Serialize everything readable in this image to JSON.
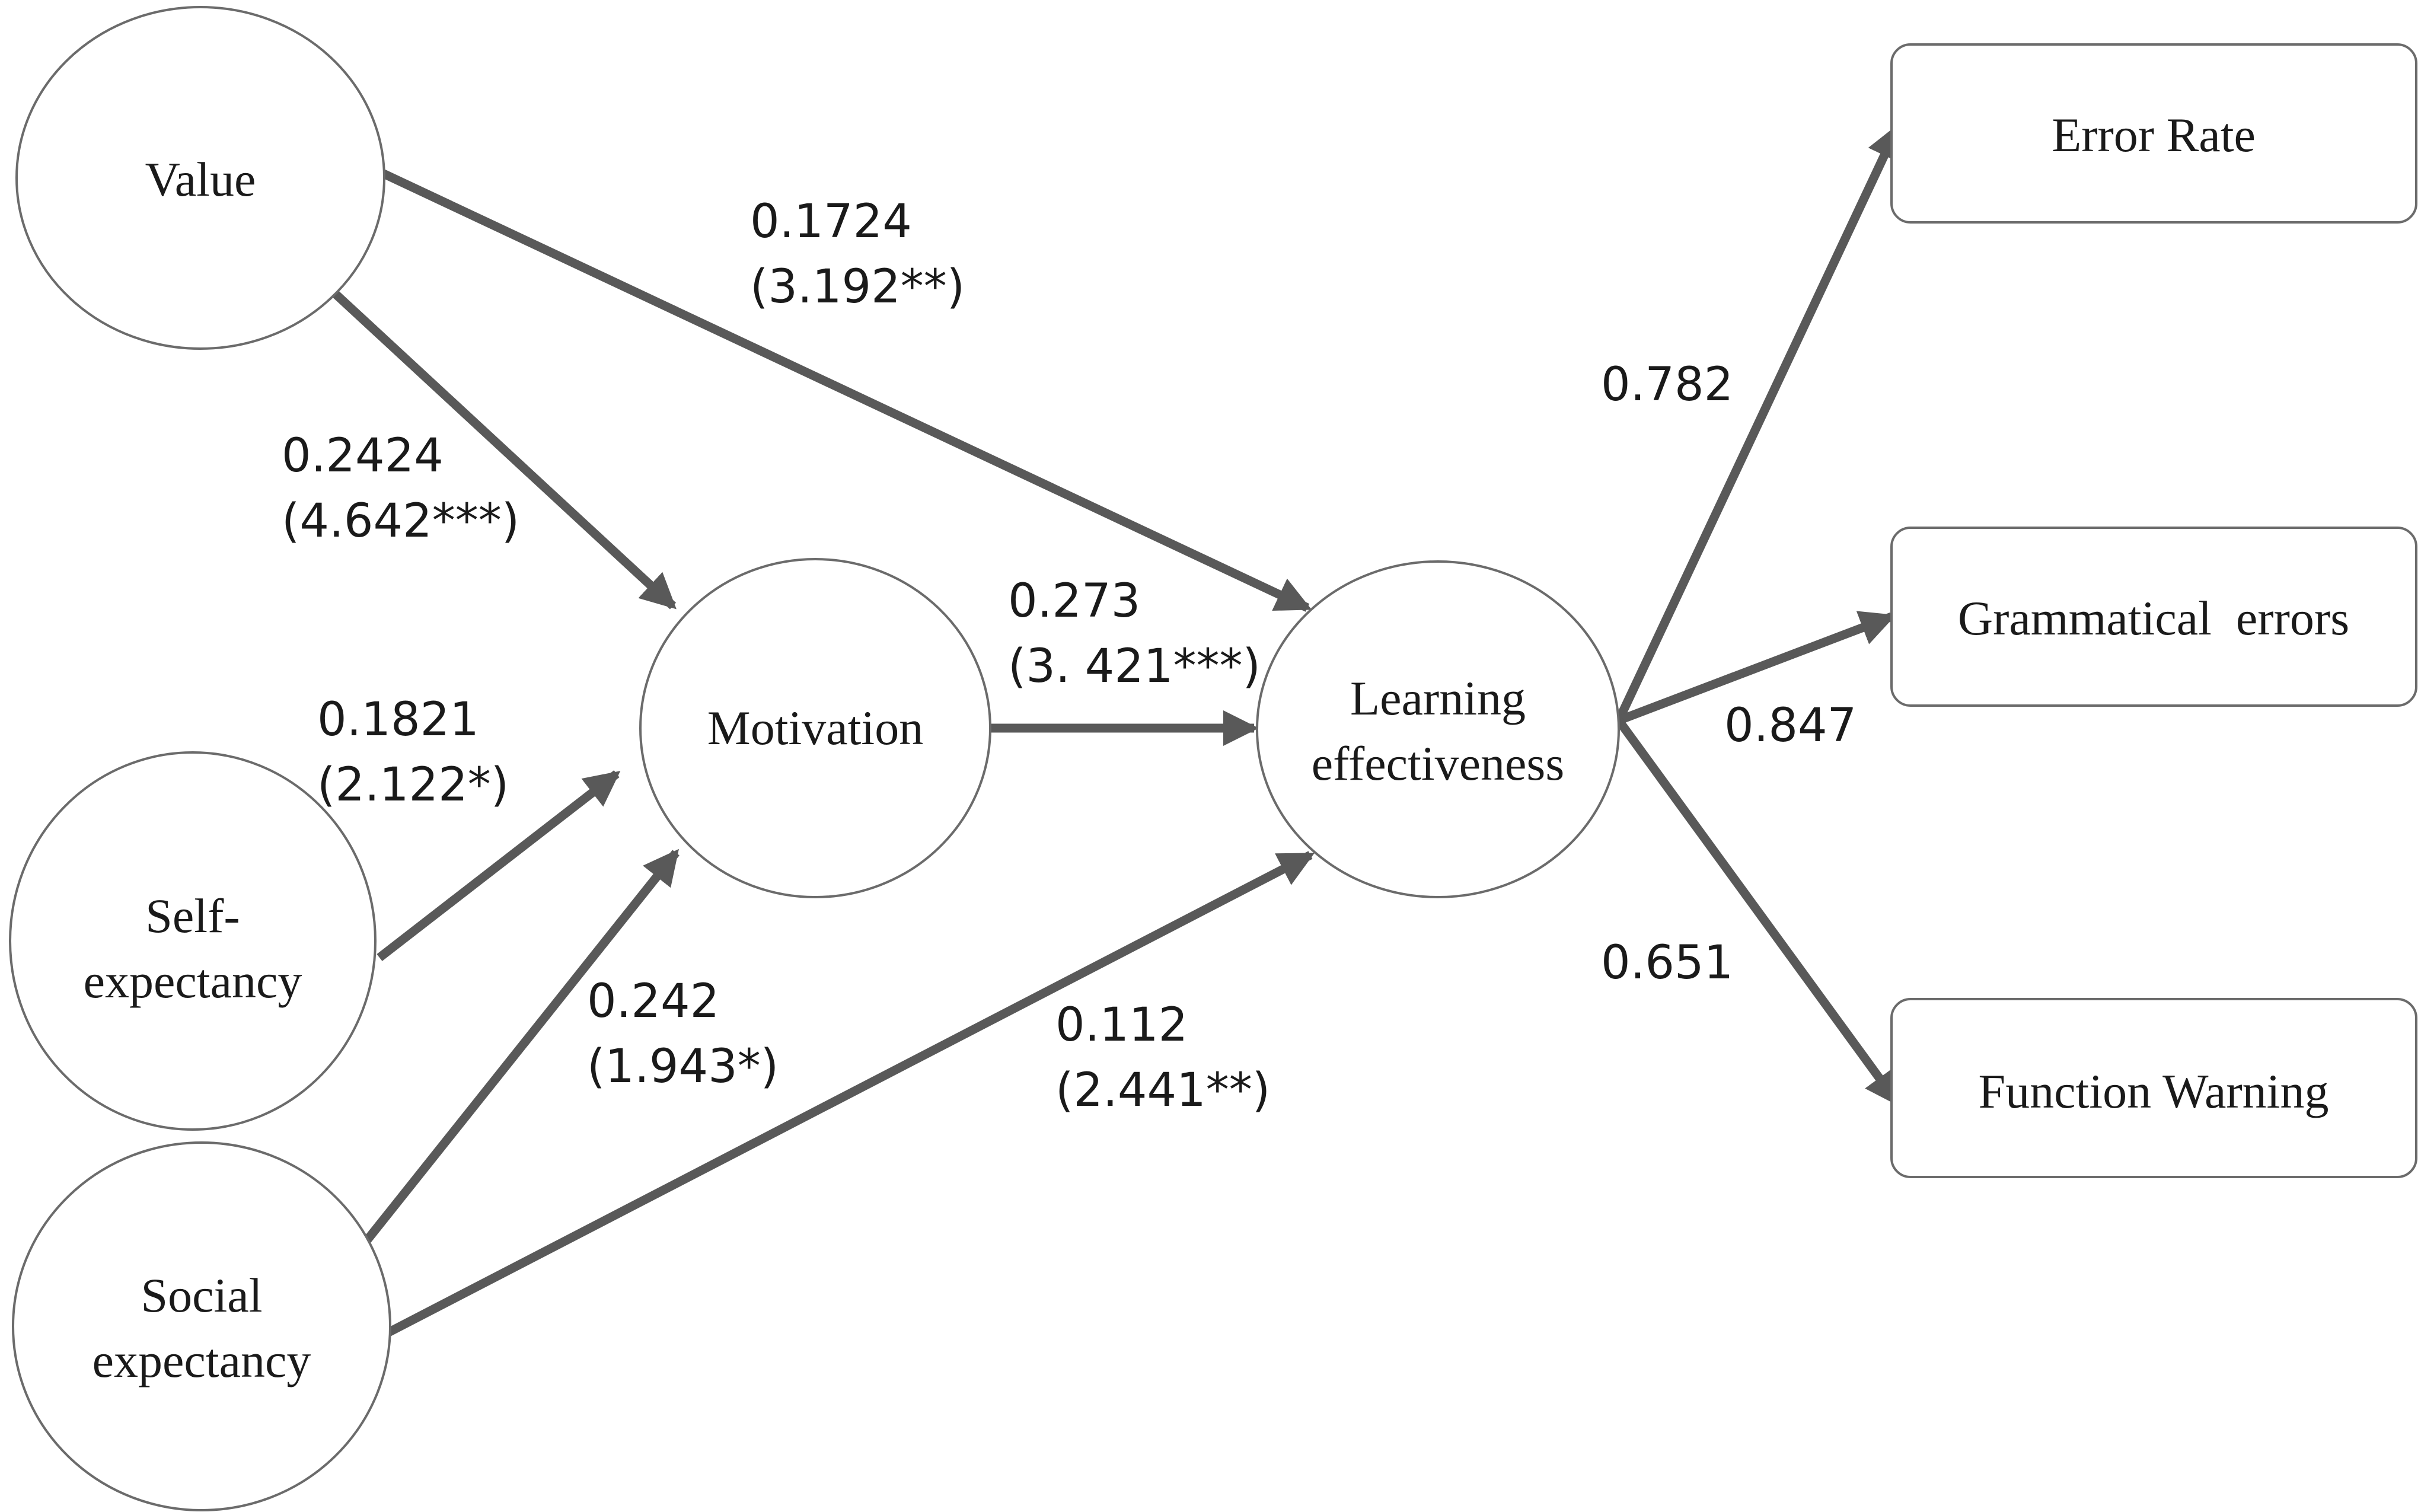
{
  "colors": {
    "edge": "#595959",
    "node_border": "#6b6b6b",
    "text": "#1a1a1a",
    "background": "#ffffff"
  },
  "nodes": {
    "value": [
      "Value"
    ],
    "self_expectancy": [
      "Self-",
      "expectancy"
    ],
    "social_expectancy": [
      "Social",
      "expectancy"
    ],
    "motivation": [
      "Motivation"
    ],
    "learning_effectiveness": [
      "Learning",
      "effectiveness"
    ],
    "error_rate": [
      "Error Rate"
    ],
    "grammatical_errors": [
      "Grammatical  errors"
    ],
    "function_warning": [
      "Function Warning"
    ]
  },
  "edges": {
    "value_to_learning": {
      "coef": "0.1724",
      "t": "(3.192**)"
    },
    "value_to_motivation": {
      "coef": "0.2424",
      "t": "(4.642***)"
    },
    "self_to_motivation": {
      "coef": "0.1821",
      "t": "(2.122*)"
    },
    "motivation_to_learning": {
      "coef": "0.273",
      "t": "(3. 421***)"
    },
    "social_to_motivation": {
      "coef": "0.242",
      "t": "(1.943*)"
    },
    "social_to_learning": {
      "coef": "0.112",
      "t": "(2.441**)"
    },
    "learning_to_error_rate": {
      "coef": "0.782"
    },
    "learning_to_grammatical": {
      "coef": "0.847"
    },
    "learning_to_function_warning": {
      "coef": "0.651"
    }
  }
}
